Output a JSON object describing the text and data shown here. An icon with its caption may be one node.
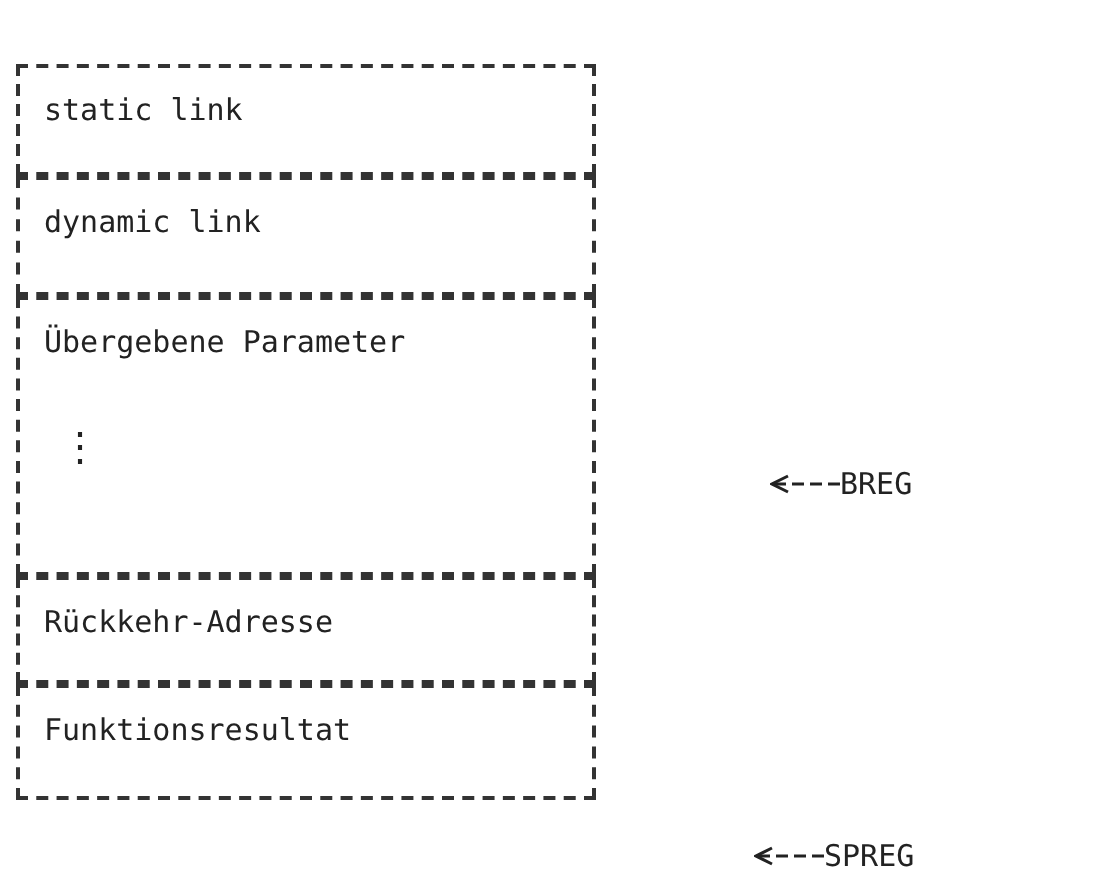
{
  "diagram": {
    "nodes": [
      {
        "text": [
          "static link"
        ]
      },
      {
        "text": [
          "dynamic link"
        ]
      },
      {
        "text": [
          "Übergebene Parameter",
          "⋮"
        ]
      },
      {
        "text": [
          "Rückkehr-Adresse"
        ]
      },
      {
        "text": [
          "Funktionsresultat"
        ]
      },
      {
        "text": [
          "BREG"
        ]
      },
      {
        "text": [
          "SPREG"
        ]
      }
    ],
    "edges": [
      {
        "from": 5,
        "to": null,
        "arrow": "to"
      },
      {
        "from": 6,
        "to": null,
        "arrow": "to"
      }
    ]
  }
}
